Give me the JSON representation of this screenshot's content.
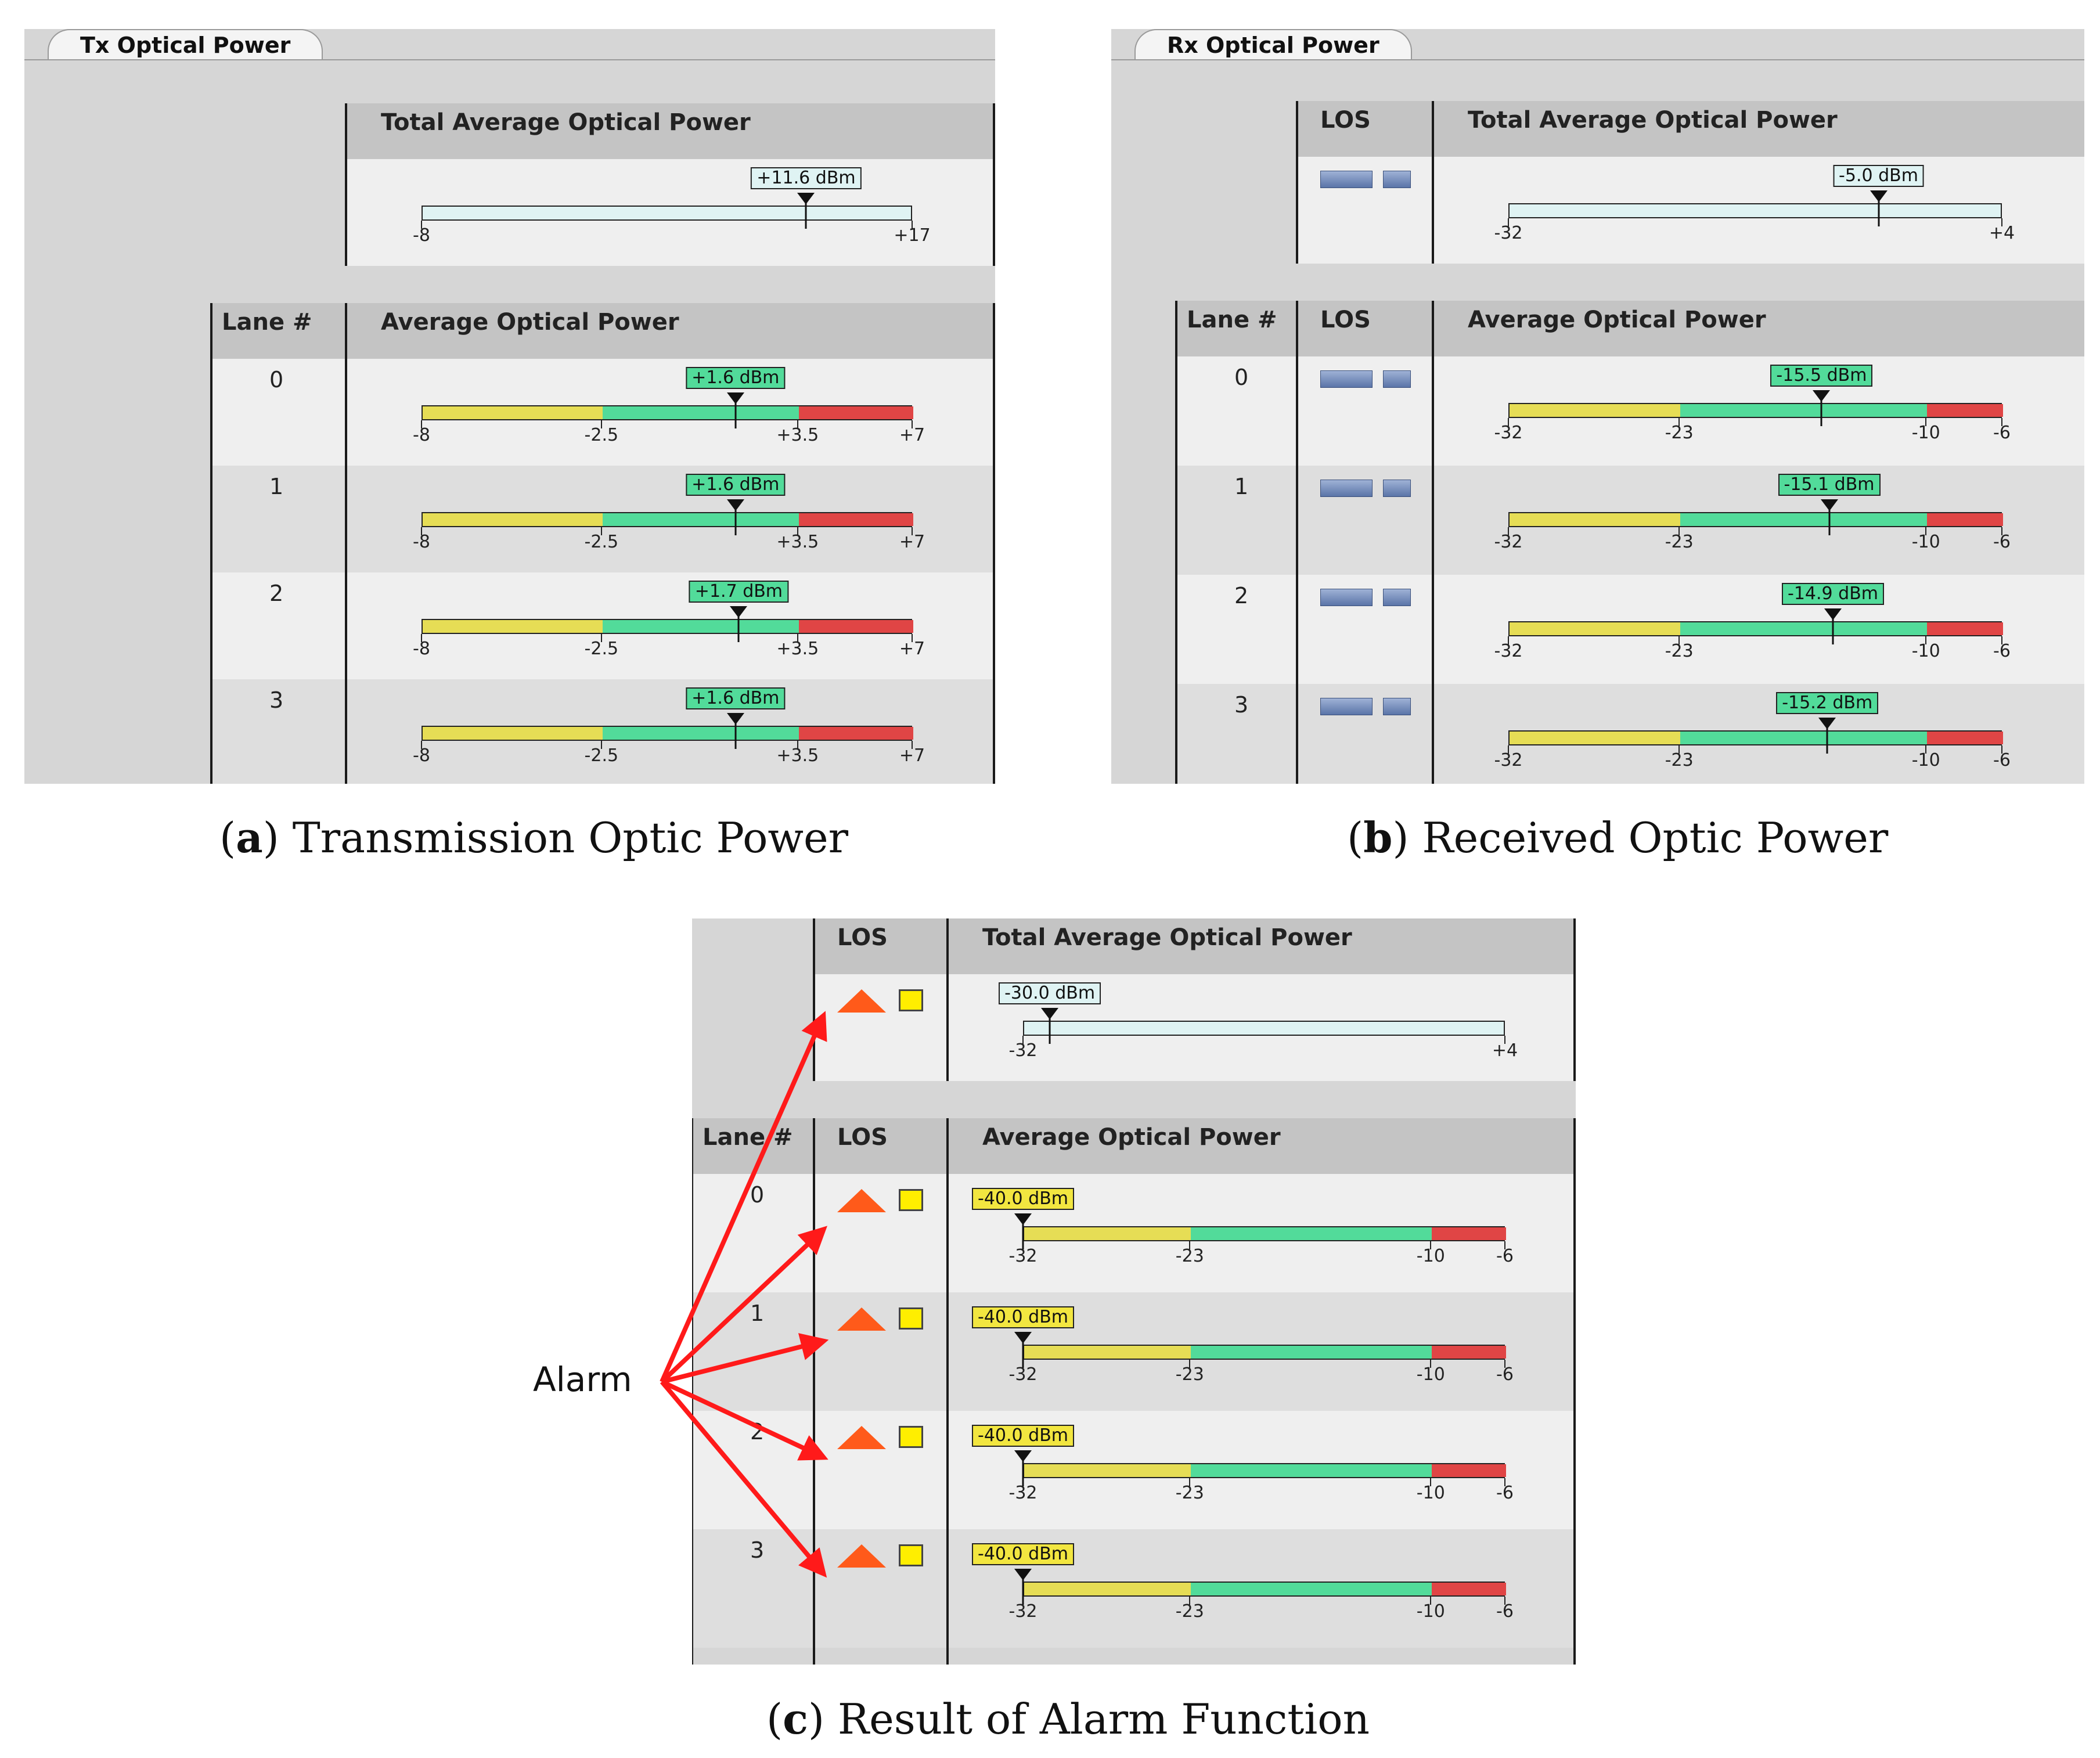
{
  "panels": {
    "tx": {
      "tab": "Tx Optical Power",
      "total_header": "Total Average Optical Power",
      "total": {
        "value": 11.6,
        "label": "+11.6 dBm",
        "min": -8,
        "max": 17,
        "min_label": "-8",
        "max_label": "+17"
      },
      "lane_header": "Lane #",
      "avg_header": "Average Optical Power",
      "scale": {
        "min": -8,
        "max": 7,
        "bounds": [
          -8,
          -2.5,
          3.5,
          7
        ],
        "labels": [
          "-8",
          "-2.5",
          "+3.5",
          "+7"
        ]
      },
      "lanes": [
        {
          "lane": "0",
          "value": 1.6,
          "label": "+1.6 dBm"
        },
        {
          "lane": "1",
          "value": 1.6,
          "label": "+1.6 dBm"
        },
        {
          "lane": "2",
          "value": 1.7,
          "label": "+1.7 dBm"
        },
        {
          "lane": "3",
          "value": 1.6,
          "label": "+1.6 dBm"
        }
      ]
    },
    "rx": {
      "tab": "Rx Optical Power",
      "los_header": "LOS",
      "total_header": "Total Average Optical Power",
      "total": {
        "value": -5.0,
        "label": "-5.0 dBm",
        "min": -32,
        "max": 4,
        "min_label": "-32",
        "max_label": "+4"
      },
      "lane_header": "Lane #",
      "avg_header": "Average Optical Power",
      "scale": {
        "min": -32,
        "max": -6,
        "bounds": [
          -32,
          -23,
          -10,
          -6
        ],
        "labels": [
          "-32",
          "-23",
          "-10",
          "-6"
        ]
      },
      "lanes": [
        {
          "lane": "0",
          "value": -15.5,
          "label": "-15.5 dBm"
        },
        {
          "lane": "1",
          "value": -15.1,
          "label": "-15.1 dBm"
        },
        {
          "lane": "2",
          "value": -14.9,
          "label": "-14.9 dBm"
        },
        {
          "lane": "3",
          "value": -15.2,
          "label": "-15.2 dBm"
        }
      ]
    },
    "alarm": {
      "los_header": "LOS",
      "total_header": "Total Average Optical Power",
      "total": {
        "value": -30.0,
        "label": "-30.0 dBm",
        "min": -32,
        "max": 4,
        "min_label": "-32",
        "max_label": "+4"
      },
      "lane_header": "Lane #",
      "avg_header": "Average Optical Power",
      "scale": {
        "min": -32,
        "max": -6,
        "bounds": [
          -32,
          -23,
          -10,
          -6
        ],
        "labels": [
          "-32",
          "-23",
          "-10",
          "-6"
        ]
      },
      "lanes": [
        {
          "lane": "0",
          "value": -40.0,
          "label": "-40.0 dBm"
        },
        {
          "lane": "1",
          "value": -40.0,
          "label": "-40.0 dBm"
        },
        {
          "lane": "2",
          "value": -40.0,
          "label": "-40.0 dBm"
        },
        {
          "lane": "3",
          "value": -40.0,
          "label": "-40.0 dBm"
        }
      ],
      "annotation": "Alarm"
    }
  },
  "captions": {
    "a": {
      "letter": "a",
      "text": " Transmission Optic Power"
    },
    "b": {
      "letter": "b",
      "text": " Received Optic Power"
    },
    "c": {
      "letter": "c",
      "text": " Result of Alarm Function"
    }
  },
  "colors": {
    "low": "#e6dd55",
    "normal": "#52db9a",
    "high": "#e04545",
    "total_bar": "#dff3f3",
    "label_green": "#52db9a",
    "label_total": "#dff3f3",
    "label_alarm": "#f2e640",
    "row_light": "#efefef",
    "row_dark": "#dedede",
    "arrow": "#ff1a1a"
  }
}
